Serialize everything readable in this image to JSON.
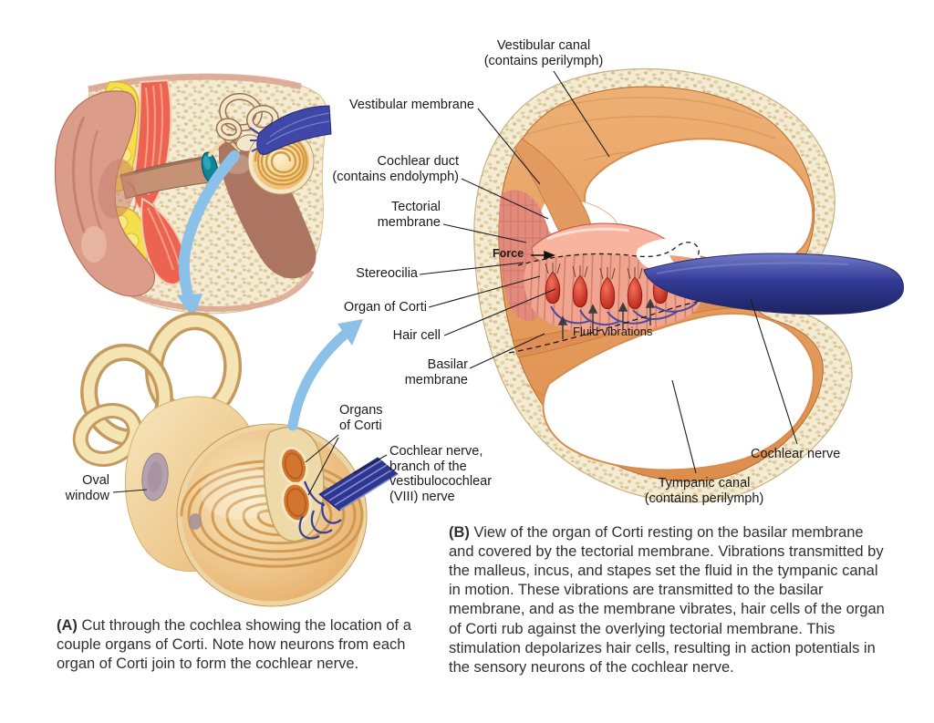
{
  "palette": {
    "background": "#ffffff",
    "bone_cream": "#f4ecd2",
    "bone_speckle": "#d8c298",
    "tissue_orange": "#e5a066",
    "tissue_outline": "#b06a30",
    "membrane_salmon": "#f8b49f",
    "organ_pink": "#efa58f",
    "hair_cell_red": "#c5261c",
    "nerve_blue": "#343c98",
    "nerve_dark": "#232a6e",
    "arrow_blue": "#8bc0e8",
    "eardrum_teal": "#0e8499",
    "fat_yellow": "#f6df4d",
    "muscle_red": "#ec6450",
    "oval_window_gray": "#b3a1ad",
    "label_text": "#1b1b1b",
    "caption_text": "#303030"
  },
  "panel_a": {
    "labels": {
      "oval_window": "Oval\nwindow",
      "organs_of_corti": "Organs\nof Corti",
      "cochlear_nerve_branch": "Cochlear nerve,\nbranch of the\nvestibulocochlear\n(VIII) nerve"
    },
    "caption_label": "(A)",
    "caption_text": "Cut through the cochlea showing the location of a couple organs of Corti. Note how neurons from each organ of Corti join to form the cochlear nerve."
  },
  "panel_b": {
    "labels": {
      "vestibular_canal": "Vestibular canal\n(contains perilymph)",
      "vestibular_membrane": "Vestibular membrane",
      "cochlear_duct": "Cochlear duct\n(contains endolymph)",
      "tectorial_membrane": "Tectorial\nmembrane",
      "force": "Force",
      "stereocilia": "Stereocilia",
      "organ_of_corti": "Organ of Corti",
      "hair_cell": "Hair cell",
      "basilar_membrane": "Basilar\nmembrane",
      "fluid_vibrations": "Fluid vibrations",
      "cochlear_nerve": "Cochlear nerve",
      "tympanic_canal": "Tympanic canal\n(contains perilymph)"
    },
    "caption_label": "(B)",
    "caption_text": "View of the organ of Corti resting on the basilar membrane and covered by the tectorial membrane. Vibrations transmitted by the malleus, incus, and stapes set the fluid in the tympanic canal in motion. These vibrations are transmitted to the basilar membrane, and as the membrane vibrates, hair cells of the organ of Corti rub against the overlying tectorial membrane. This stimulation depolarizes hair cells, resulting in action potentials in the sensory neurons of the cochlear nerve."
  }
}
